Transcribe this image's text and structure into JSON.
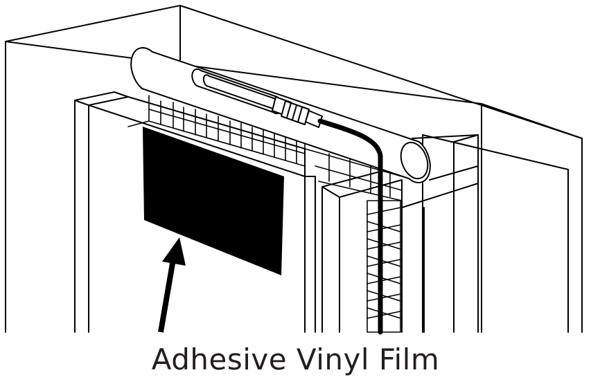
{
  "caption": "Adhesive Vinyl Film",
  "colors": {
    "line": "#000000",
    "background": "#ffffff",
    "film": "#000000"
  },
  "icons": [
    "light-tube",
    "power-cable",
    "arrow-pointer",
    "aquarium-tank",
    "filter-chamber",
    "vinyl-film"
  ]
}
